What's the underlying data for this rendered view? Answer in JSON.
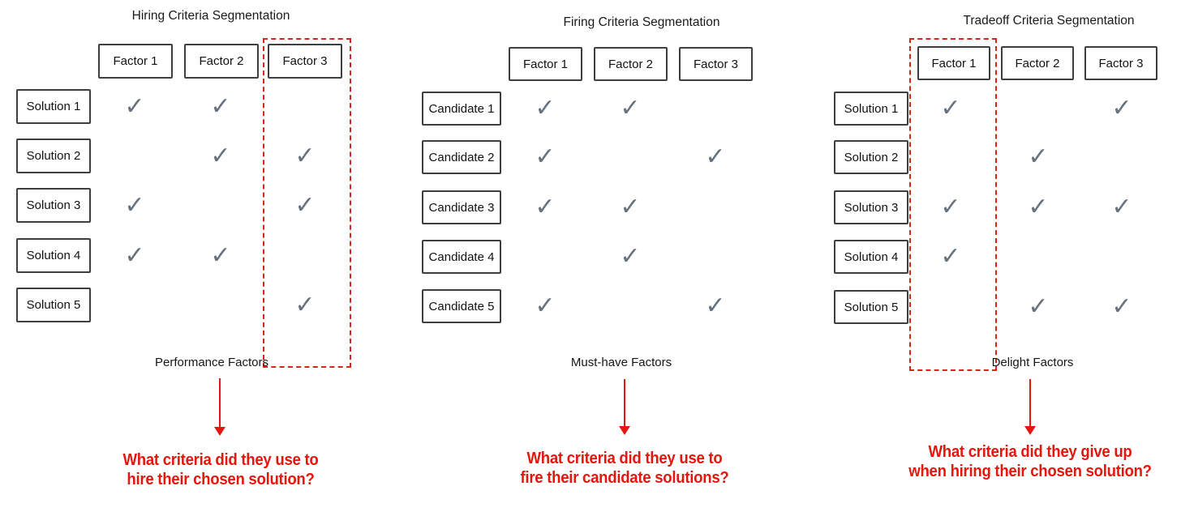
{
  "diagram": {
    "icons": {
      "check": "✓"
    },
    "colors": {
      "accent_red": "#e3170d",
      "dashed_highlight_red": "#d8251b",
      "check_gray": "#67727e",
      "box_border": "#3f3f3f"
    },
    "panels": [
      {
        "title": "Hiring Criteria Segmentation",
        "factors": [
          "Factor 1",
          "Factor 2",
          "Factor 3"
        ],
        "rows": [
          "Solution 1",
          "Solution 2",
          "Solution 3",
          "Solution 4",
          "Solution 5"
        ],
        "checks": [
          [
            1,
            1,
            0
          ],
          [
            0,
            1,
            1
          ],
          [
            1,
            0,
            1
          ],
          [
            1,
            1,
            0
          ],
          [
            0,
            0,
            1
          ]
        ],
        "highlighted_factor": "Factor 3",
        "footer_label": "Performance Factors",
        "question_lines": [
          "What criteria did they use to",
          "hire their chosen solution?"
        ]
      },
      {
        "title": "Firing Criteria Segmentation",
        "factors": [
          "Factor 1",
          "Factor 2",
          "Factor 3"
        ],
        "rows": [
          "Candidate 1",
          "Candidate 2",
          "Candidate 3",
          "Candidate 4",
          "Candidate 5"
        ],
        "checks": [
          [
            1,
            1,
            0
          ],
          [
            1,
            0,
            1
          ],
          [
            1,
            1,
            0
          ],
          [
            0,
            1,
            0
          ],
          [
            1,
            0,
            1
          ]
        ],
        "highlighted_factor": null,
        "footer_label": "Must-have Factors",
        "question_lines": [
          "What criteria did they use to",
          "fire their candidate solutions?"
        ]
      },
      {
        "title": "Tradeoff Criteria Segmentation",
        "factors": [
          "Factor 1",
          "Factor 2",
          "Factor 3"
        ],
        "rows": [
          "Solution 1",
          "Solution 2",
          "Solution 3",
          "Solution 4",
          "Solution 5"
        ],
        "checks": [
          [
            1,
            0,
            1
          ],
          [
            0,
            1,
            0
          ],
          [
            1,
            1,
            1
          ],
          [
            1,
            0,
            0
          ],
          [
            0,
            1,
            1
          ]
        ],
        "highlighted_factor": "Factor 1",
        "footer_label": "Delight Factors",
        "question_lines": [
          "What criteria did they give up",
          "when hiring their chosen solution?"
        ]
      }
    ]
  }
}
